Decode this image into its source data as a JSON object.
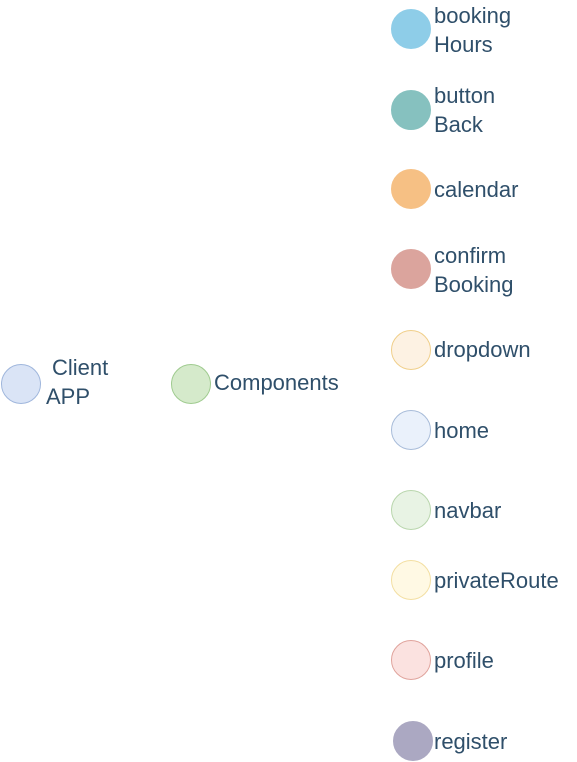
{
  "root": {
    "label_lines": [
      "Client",
      "APP"
    ],
    "fill": "#dae4f6",
    "stroke": "#9fb6dc"
  },
  "components": {
    "label": "Components",
    "fill": "#d5eacb",
    "stroke": "#9fcb8f"
  },
  "children": [
    {
      "label_lines": [
        "booking",
        "Hours"
      ],
      "fill": "#8ecde8",
      "stroke": "#8ecde8"
    },
    {
      "label_lines": [
        "button",
        "Back"
      ],
      "fill": "#86c1bf",
      "stroke": "#86c1bf"
    },
    {
      "label_lines": [
        "calendar"
      ],
      "fill": "#f6c084",
      "stroke": "#f6c084"
    },
    {
      "label_lines": [
        "confirm",
        "Booking"
      ],
      "fill": "#dba49d",
      "stroke": "#dba49d"
    },
    {
      "label_lines": [
        "dropdown"
      ],
      "fill": "#fdf2e3",
      "stroke": "#f0cf8a"
    },
    {
      "label_lines": [
        "home"
      ],
      "fill": "#eaf1fb",
      "stroke": "#a8bcd9"
    },
    {
      "label_lines": [
        "navbar"
      ],
      "fill": "#e8f3e4",
      "stroke": "#b9d6ad"
    },
    {
      "label_lines": [
        "privateRoute"
      ],
      "fill": "#fff9e4",
      "stroke": "#f3dfa2"
    },
    {
      "label_lines": [
        "profile"
      ],
      "fill": "#fbe2e0",
      "stroke": "#e0a39c"
    },
    {
      "label_lines": [
        "register"
      ],
      "fill": "#aba8c2",
      "stroke": "#aba8c2"
    }
  ]
}
